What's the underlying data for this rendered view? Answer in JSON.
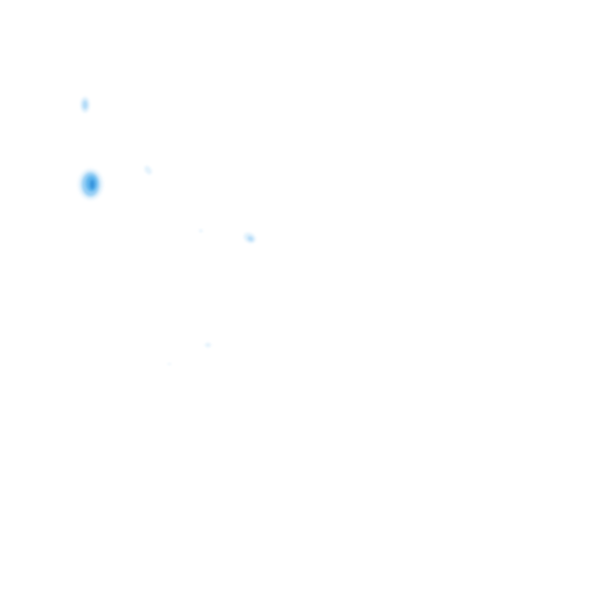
{
  "map": {
    "background": "#ffffff",
    "palette": {
      "light": "#d6ecfb",
      "mid": "#93cdf5",
      "strong": "#5ab3ee",
      "core": "#2f8fdb"
    },
    "features": [
      {
        "name": "blob-1",
        "intensity": 0.35
      },
      {
        "name": "blob-2",
        "intensity": 0.9
      },
      {
        "name": "blob-3",
        "intensity": 0.25
      },
      {
        "name": "blob-4",
        "intensity": 0.1
      },
      {
        "name": "blob-5",
        "intensity": 0.35
      },
      {
        "name": "blob-6",
        "intensity": 0.15
      },
      {
        "name": "blob-7",
        "intensity": 0.05
      }
    ]
  }
}
